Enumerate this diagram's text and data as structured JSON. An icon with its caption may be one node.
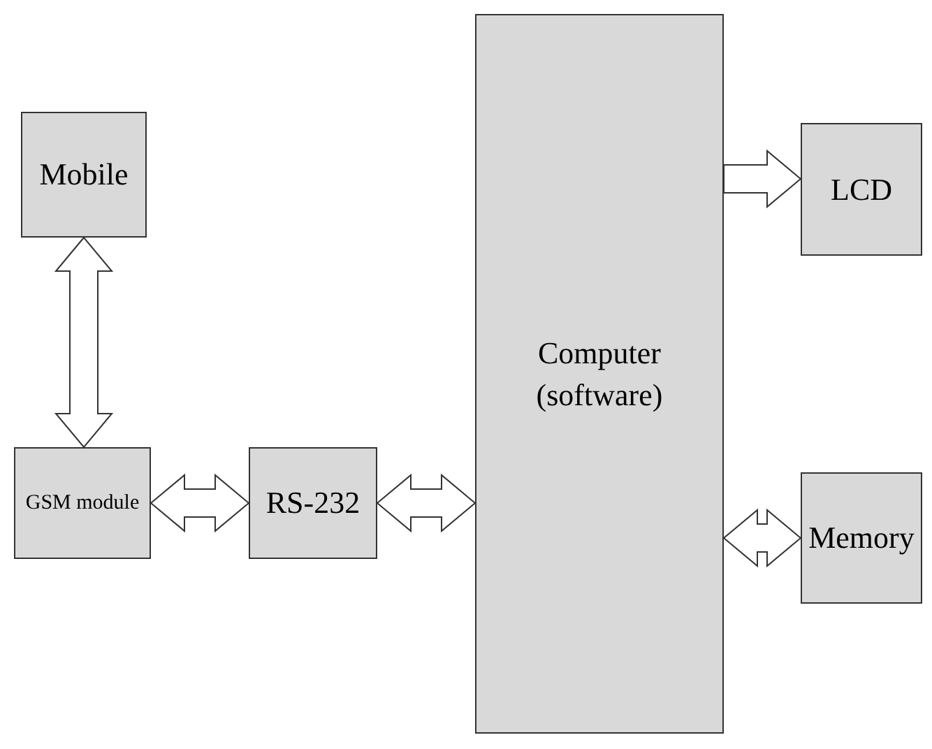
{
  "diagram": {
    "nodes": [
      {
        "text": [
          "Mobile"
        ]
      },
      {
        "text": [
          "GSM module"
        ]
      },
      {
        "text": [
          "RS-232"
        ]
      },
      {
        "text": [
          "Computer (software)"
        ]
      },
      {
        "text": [
          "LCD"
        ]
      },
      {
        "text": [
          "Memory"
        ]
      }
    ],
    "edges": [
      {
        "from": 0,
        "to": 1,
        "arrow": "both"
      },
      {
        "from": 1,
        "to": 2,
        "arrow": "both"
      },
      {
        "from": 2,
        "to": 3,
        "arrow": "both"
      },
      {
        "from": 3,
        "to": 4,
        "arrow": "to"
      },
      {
        "from": 5,
        "to": 3,
        "arrow": "both"
      }
    ]
  }
}
